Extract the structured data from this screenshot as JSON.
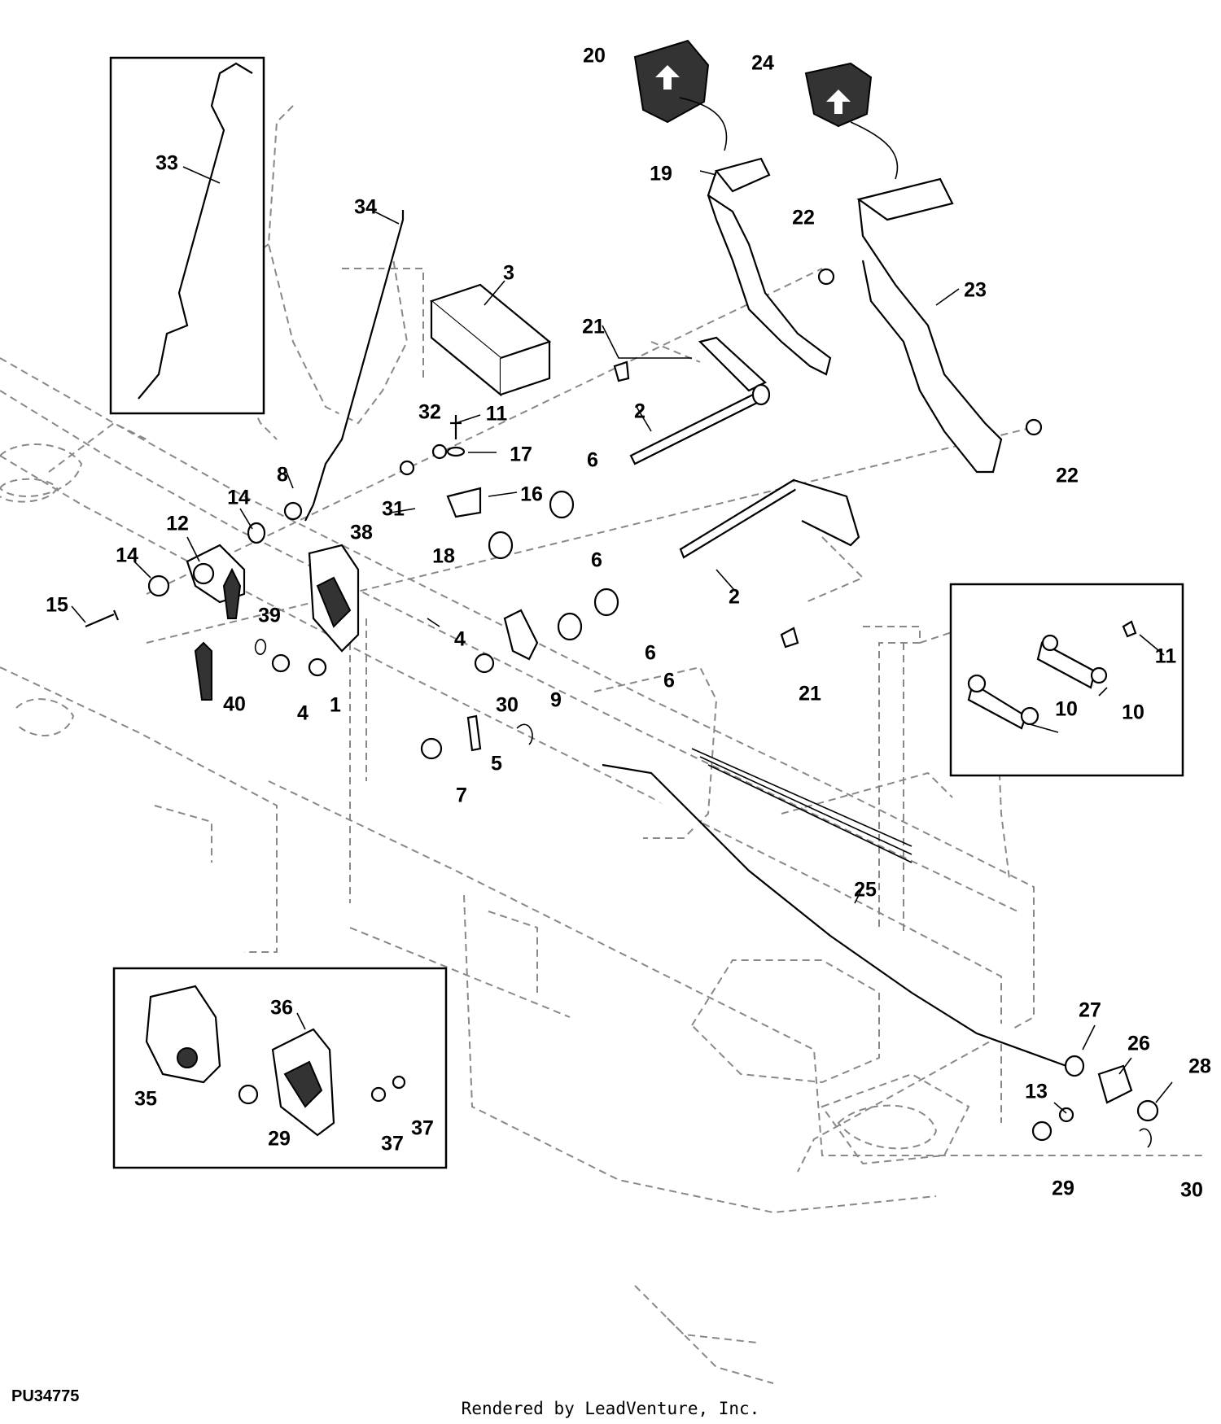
{
  "figure_id": "PU34775",
  "credit": "Rendered by LeadVenture, Inc.",
  "callouts": [
    {
      "n": "1"
    },
    {
      "n": "2"
    },
    {
      "n": "2"
    },
    {
      "n": "3"
    },
    {
      "n": "4"
    },
    {
      "n": "4"
    },
    {
      "n": "5"
    },
    {
      "n": "6"
    },
    {
      "n": "6"
    },
    {
      "n": "6"
    },
    {
      "n": "6"
    },
    {
      "n": "7"
    },
    {
      "n": "8"
    },
    {
      "n": "9"
    },
    {
      "n": "10"
    },
    {
      "n": "10"
    },
    {
      "n": "11"
    },
    {
      "n": "11"
    },
    {
      "n": "12"
    },
    {
      "n": "13"
    },
    {
      "n": "14"
    },
    {
      "n": "14"
    },
    {
      "n": "15"
    },
    {
      "n": "16"
    },
    {
      "n": "17"
    },
    {
      "n": "18"
    },
    {
      "n": "19"
    },
    {
      "n": "20"
    },
    {
      "n": "21"
    },
    {
      "n": "21"
    },
    {
      "n": "22"
    },
    {
      "n": "22"
    },
    {
      "n": "23"
    },
    {
      "n": "24"
    },
    {
      "n": "25"
    },
    {
      "n": "26"
    },
    {
      "n": "27"
    },
    {
      "n": "28"
    },
    {
      "n": "29"
    },
    {
      "n": "29"
    },
    {
      "n": "30"
    },
    {
      "n": "30"
    },
    {
      "n": "31"
    },
    {
      "n": "32"
    },
    {
      "n": "33"
    },
    {
      "n": "34"
    },
    {
      "n": "35"
    },
    {
      "n": "36"
    },
    {
      "n": "37"
    },
    {
      "n": "37"
    },
    {
      "n": "38"
    },
    {
      "n": "39"
    },
    {
      "n": "40"
    }
  ]
}
